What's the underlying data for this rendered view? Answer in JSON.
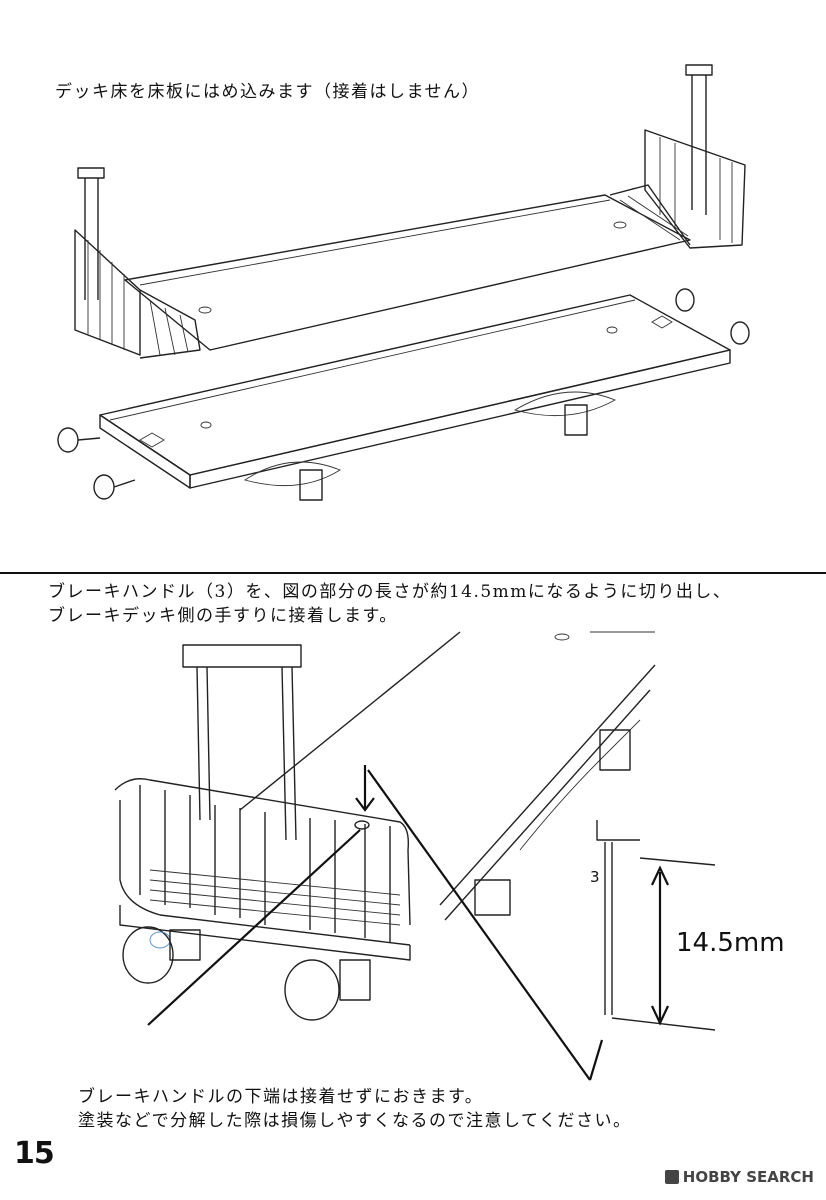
{
  "captions": {
    "top": "デッキ床を床板にはめ込みます（接着はしません）",
    "middle_line1": "ブレーキハンドル（3）を、図の部分の長さが約14.5mmになるように切り出し、",
    "middle_line2": "ブレーキデッキ側の手すりに接着します。",
    "bottom_line1": "ブレーキハンドルの下端は接着せずにおきます。",
    "bottom_line2": "塗装などで分解した際は損傷しやすくなるので注意してください。"
  },
  "diagram": {
    "part_number": "3",
    "dimension_label": "14.5mm"
  },
  "page_number": "15",
  "watermark": "HOBBY SEARCH"
}
